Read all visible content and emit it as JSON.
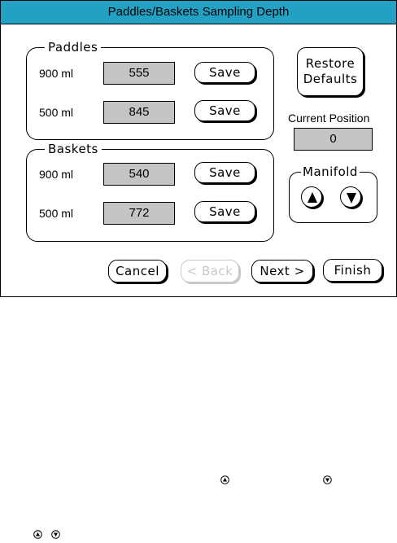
{
  "window": {
    "title": "Paddles/Baskets Sampling Depth"
  },
  "paddles": {
    "legend": "Paddles",
    "rows": [
      {
        "label": "900 ml",
        "value": "555",
        "save_label": "Save"
      },
      {
        "label": "500 ml",
        "value": "845",
        "save_label": "Save"
      }
    ]
  },
  "baskets": {
    "legend": "Baskets",
    "rows": [
      {
        "label": "900 ml",
        "value": "540",
        "save_label": "Save"
      },
      {
        "label": "500 ml",
        "value": "772",
        "save_label": "Save"
      }
    ]
  },
  "restore_defaults": {
    "line1": "Restore",
    "line2": "Defaults"
  },
  "current_position": {
    "label": "Current Position",
    "value": "0"
  },
  "manifold": {
    "legend": "Manifold",
    "up_icon": "arrow-up-icon",
    "down_icon": "arrow-down-icon"
  },
  "footer": {
    "cancel_label": "Cancel",
    "back_label": "< Back",
    "next_label": "Next >",
    "finish_label": "Finish"
  },
  "colors": {
    "titlebar": "#22a1c4",
    "value_box": "#c4c4c4",
    "disabled": "#c8c8c8"
  }
}
